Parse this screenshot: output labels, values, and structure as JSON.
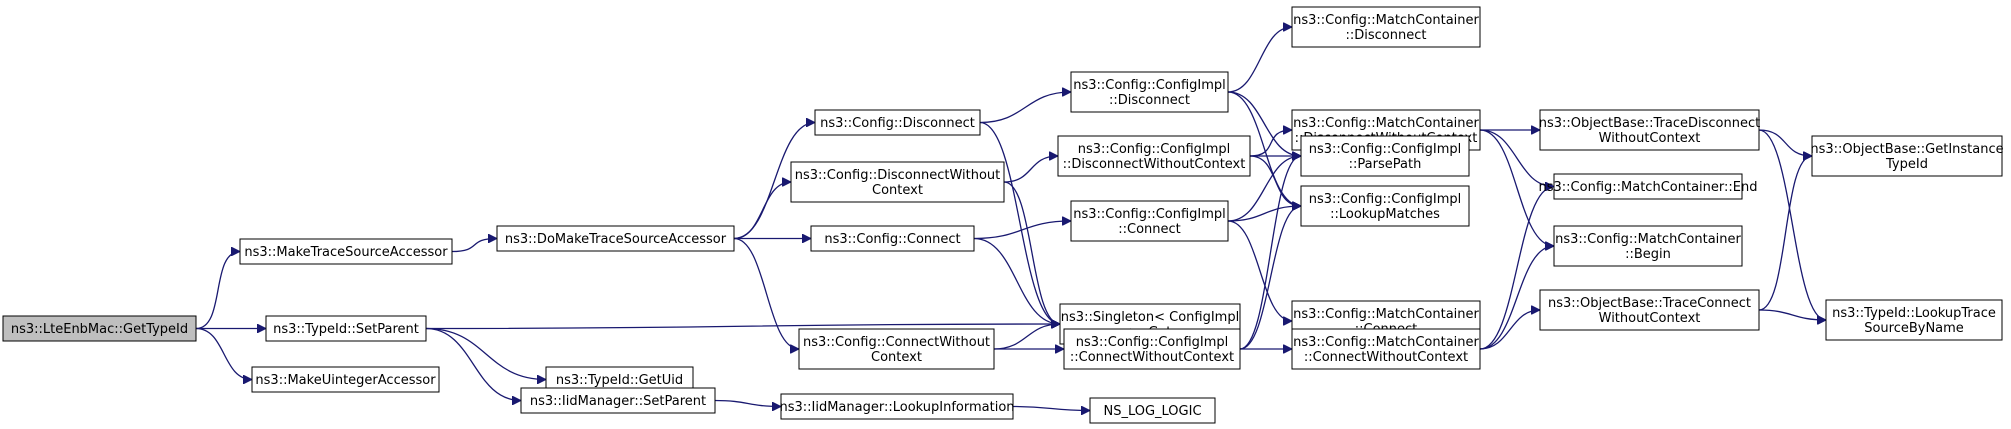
{
  "colors": {
    "edge": "#191970",
    "node_border": "#000000",
    "node_fill": "#ffffff",
    "root_fill": "#bfbfbf"
  },
  "nodes": [
    {
      "id": "n1",
      "lines": [
        "ns3::LteEnbMac::GetTypeId"
      ],
      "root": true
    },
    {
      "id": "n2",
      "lines": [
        "ns3::MakeTraceSourceAccessor"
      ]
    },
    {
      "id": "n3",
      "lines": [
        "ns3::TypeId::SetParent"
      ]
    },
    {
      "id": "n4",
      "lines": [
        "ns3::MakeUintegerAccessor"
      ]
    },
    {
      "id": "n5",
      "lines": [
        "ns3::DoMakeTraceSourceAccessor"
      ]
    },
    {
      "id": "n6",
      "lines": [
        "ns3::TypeId::GetUid"
      ]
    },
    {
      "id": "n7",
      "lines": [
        "ns3::IidManager::SetParent"
      ]
    },
    {
      "id": "n8",
      "lines": [
        "ns3::Config::Disconnect"
      ]
    },
    {
      "id": "n9",
      "lines": [
        "ns3::Config::DisconnectWithout",
        "Context"
      ]
    },
    {
      "id": "n10",
      "lines": [
        "ns3::Config::Connect"
      ]
    },
    {
      "id": "n11",
      "lines": [
        "ns3::Config::ConnectWithout",
        "Context"
      ]
    },
    {
      "id": "n12",
      "lines": [
        "ns3::IidManager::LookupInformation"
      ]
    },
    {
      "id": "n13",
      "lines": [
        "ns3::Config::ConfigImpl",
        "::Disconnect"
      ]
    },
    {
      "id": "n14",
      "lines": [
        "ns3::Config::ConfigImpl",
        "::DisconnectWithoutContext"
      ]
    },
    {
      "id": "n15",
      "lines": [
        "ns3::Config::ConfigImpl",
        "::Connect"
      ]
    },
    {
      "id": "n16",
      "lines": [
        "ns3::Singleton< ConfigImpl",
        ">::Get"
      ]
    },
    {
      "id": "n17",
      "lines": [
        "ns3::Config::ConfigImpl",
        "::ConnectWithoutContext"
      ]
    },
    {
      "id": "n18",
      "lines": [
        "NS_LOG_LOGIC"
      ]
    },
    {
      "id": "n19",
      "lines": [
        "ns3::Config::MatchContainer",
        "::Disconnect"
      ]
    },
    {
      "id": "n20",
      "lines": [
        "ns3::Config::MatchContainer",
        "::DisconnectWithoutContext"
      ]
    },
    {
      "id": "n21",
      "lines": [
        "ns3::Config::ConfigImpl",
        "::ParsePath"
      ]
    },
    {
      "id": "n22",
      "lines": [
        "ns3::Config::ConfigImpl",
        "::LookupMatches"
      ]
    },
    {
      "id": "n23",
      "lines": [
        "ns3::Config::MatchContainer",
        "::Connect"
      ]
    },
    {
      "id": "n24",
      "lines": [
        "ns3::Config::MatchContainer",
        "::ConnectWithoutContext"
      ]
    },
    {
      "id": "n25",
      "lines": [
        "ns3::ObjectBase::TraceDisconnect",
        "WithoutContext"
      ]
    },
    {
      "id": "n26",
      "lines": [
        "ns3::Config::MatchContainer::End"
      ]
    },
    {
      "id": "n27",
      "lines": [
        "ns3::Config::MatchContainer",
        "::Begin"
      ]
    },
    {
      "id": "n28",
      "lines": [
        "ns3::ObjectBase::TraceConnect",
        "WithoutContext"
      ]
    },
    {
      "id": "n29",
      "lines": [
        "ns3::ObjectBase::GetInstance",
        "TypeId"
      ]
    },
    {
      "id": "n30",
      "lines": [
        "ns3::TypeId::LookupTrace",
        "SourceByName"
      ]
    }
  ],
  "edges": [
    [
      "n1",
      "n2"
    ],
    [
      "n1",
      "n3"
    ],
    [
      "n1",
      "n4"
    ],
    [
      "n2",
      "n5"
    ],
    [
      "n3",
      "n6"
    ],
    [
      "n3",
      "n7"
    ],
    [
      "n3",
      "n16"
    ],
    [
      "n5",
      "n8"
    ],
    [
      "n5",
      "n9"
    ],
    [
      "n5",
      "n10"
    ],
    [
      "n5",
      "n11"
    ],
    [
      "n7",
      "n12"
    ],
    [
      "n12",
      "n18"
    ],
    [
      "n8",
      "n13"
    ],
    [
      "n8",
      "n16"
    ],
    [
      "n9",
      "n14"
    ],
    [
      "n9",
      "n16"
    ],
    [
      "n10",
      "n15"
    ],
    [
      "n10",
      "n16"
    ],
    [
      "n11",
      "n16"
    ],
    [
      "n11",
      "n17"
    ],
    [
      "n13",
      "n19"
    ],
    [
      "n13",
      "n21"
    ],
    [
      "n13",
      "n22"
    ],
    [
      "n14",
      "n20"
    ],
    [
      "n14",
      "n21"
    ],
    [
      "n14",
      "n22"
    ],
    [
      "n15",
      "n21"
    ],
    [
      "n15",
      "n22"
    ],
    [
      "n15",
      "n23"
    ],
    [
      "n17",
      "n21"
    ],
    [
      "n17",
      "n22"
    ],
    [
      "n17",
      "n24"
    ],
    [
      "n20",
      "n25"
    ],
    [
      "n20",
      "n26"
    ],
    [
      "n20",
      "n27"
    ],
    [
      "n24",
      "n28"
    ],
    [
      "n24",
      "n26"
    ],
    [
      "n24",
      "n27"
    ],
    [
      "n25",
      "n29"
    ],
    [
      "n25",
      "n30"
    ],
    [
      "n28",
      "n29"
    ],
    [
      "n28",
      "n30"
    ]
  ]
}
